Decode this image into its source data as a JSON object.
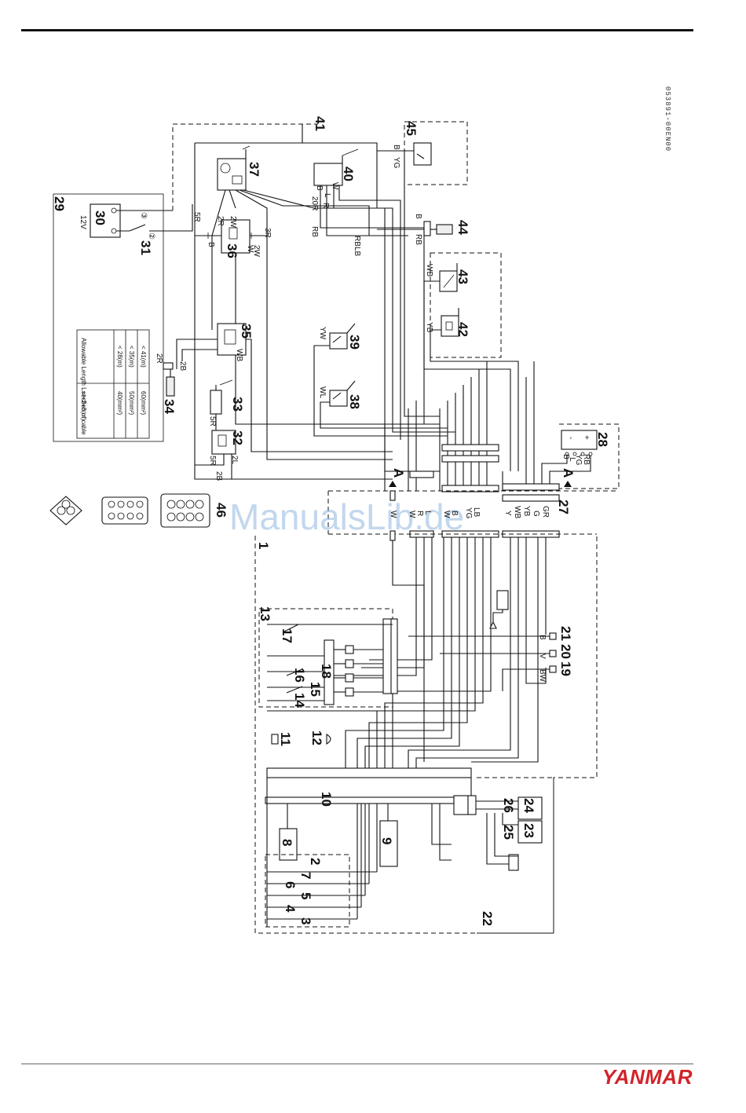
{
  "drawing_code": "053891-00EN00",
  "brand": "YANMAR",
  "watermark": "ManualsLib.de",
  "component_numbers": [
    "1",
    "2",
    "3",
    "4",
    "5",
    "6",
    "7",
    "8",
    "9",
    "10",
    "11",
    "12",
    "13",
    "14",
    "15",
    "16",
    "17",
    "18",
    "19",
    "20",
    "21",
    "22",
    "23",
    "24",
    "25",
    "26",
    "27",
    "28",
    "29",
    "30",
    "31",
    "32",
    "33",
    "34",
    "35",
    "36",
    "37",
    "38",
    "39",
    "40",
    "41",
    "42",
    "43",
    "44",
    "45",
    "46"
  ],
  "battery_voltage": "12V",
  "battery_terminals": [
    "③",
    "②"
  ],
  "connector_marker": "A",
  "table": {
    "headers": [
      "section of cable",
      "Allowable Length L=ℓ+2+3(m)"
    ],
    "rows": [
      [
        "40(mm²)",
        "< 28(m)"
      ],
      [
        "50(mm²)",
        "< 35(m)"
      ],
      [
        "60(mm²)",
        "< 41(m)"
      ]
    ]
  },
  "wire_labels": {
    "l_2r": "2R",
    "l_2b": "2B",
    "l_5r": "5R",
    "l_5r2": "5R",
    "l_5r3": "5R",
    "l_2b2": "2B",
    "l_2l": "2L",
    "l_wb35": "WB",
    "l_b36": "B",
    "l_2r36": "2R",
    "l_2w36": "2W",
    "l_w36": "W",
    "l_2w36b": "2W",
    "l_3r": "3R",
    "l_20r": "20R",
    "l_b40": "B",
    "l_l40": "L",
    "l_w40": "W",
    "l_r40": "R",
    "l_rb": "RB",
    "l_rb2": "RB",
    "l_lb": "LB",
    "l_b44": "B",
    "l_rb44": "RB",
    "l_b45": "B",
    "l_yg45": "YG",
    "l_wb43": "WB",
    "l_yb42": "YB",
    "l_yw39": "YW",
    "l_wl38": "WL",
    "l_b28": "B",
    "l_l28": "L",
    "l_yg28": "YG",
    "l_rb28": "RB",
    "l_plus": "+",
    "l_minus": "-",
    "h_w": "W",
    "h_w2": "W",
    "h_r": "R",
    "h_l": "L",
    "h_w3": "W",
    "h_b": "B",
    "h_yg": "YG",
    "h_lb": "LB",
    "h_y": "Y",
    "h_wb": "WB",
    "h_yb": "YB",
    "h_g": "G",
    "h_gr": "GR",
    "l_bw19": "BW",
    "l_v20": "V",
    "l_b21": "B"
  }
}
